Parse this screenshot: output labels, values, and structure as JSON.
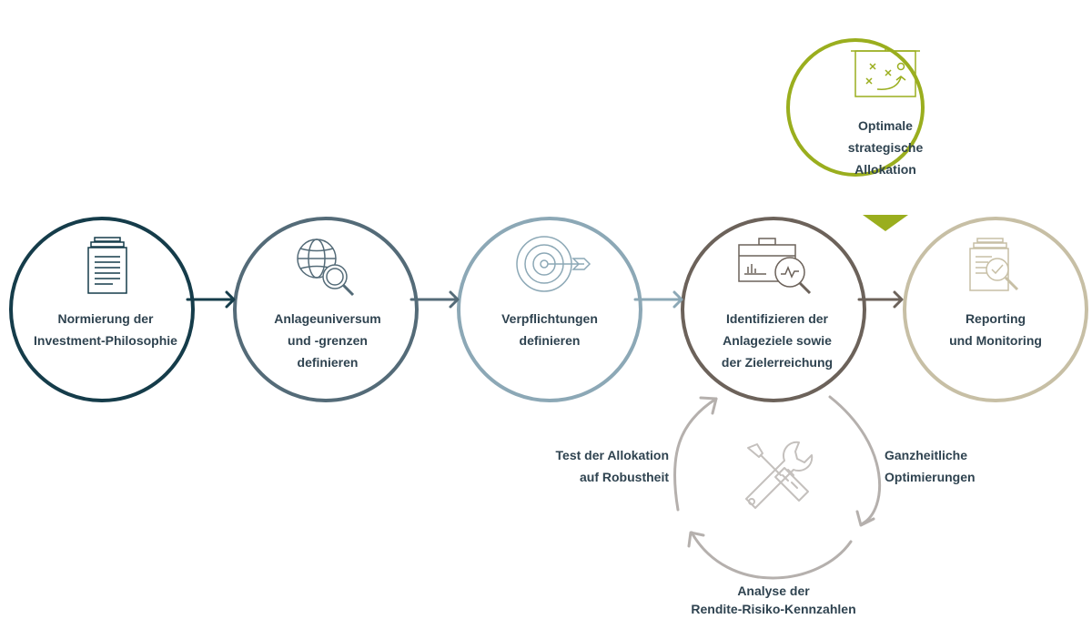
{
  "colors": {
    "step1": "#153c4a",
    "step2": "#546b78",
    "step3": "#8ca8b6",
    "step4": "#6c625a",
    "step5": "#c7bfa5",
    "optimal": "#9aae1e",
    "cycle": "#b5b0ad",
    "text": "#2f4350"
  },
  "steps": [
    {
      "icon": "document-stack-icon",
      "lines": [
        "Normierung der",
        "Investment-Philosophie"
      ]
    },
    {
      "icon": "globe-magnifier-icon",
      "lines": [
        "Anlageuniversum",
        "und -grenzen",
        "definieren"
      ]
    },
    {
      "icon": "target-arrow-icon",
      "lines": [
        "Verpflichtungen",
        "definieren"
      ]
    },
    {
      "icon": "toolbox-chart-icon",
      "lines": [
        "Identifizieren der",
        "Anlageziele sowie",
        "der Zielerreichung"
      ]
    },
    {
      "icon": "report-magnifier-icon",
      "lines": [
        "Reporting",
        "und Monitoring"
      ]
    }
  ],
  "optimal": {
    "icon": "strategy-board-icon",
    "lines": [
      "Optimale",
      "strategische",
      "Allokation"
    ]
  },
  "cycle": {
    "icon": "wrench-screwdriver-icon",
    "left": [
      "Test der Allokation",
      "auf Robustheit"
    ],
    "right": [
      "Ganzheitliche",
      "Optimierungen"
    ],
    "bottom": [
      "Analyse der",
      "Rendite-Risiko-Kennzahlen"
    ]
  }
}
